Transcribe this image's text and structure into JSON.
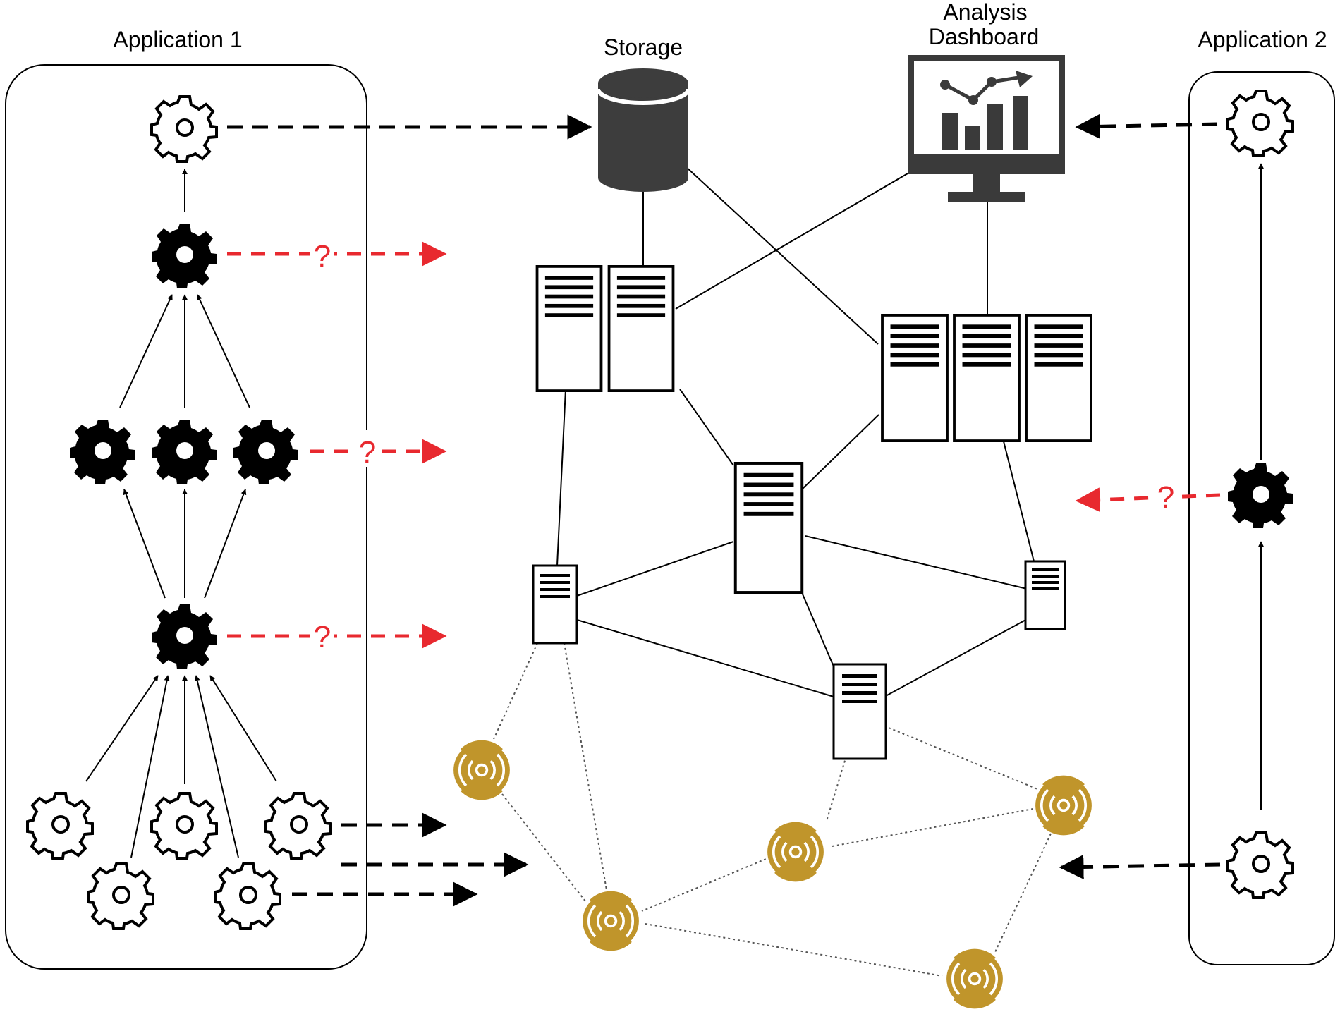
{
  "labels": {
    "app1": "Application 1",
    "app2": "Application 2",
    "storage": "Storage",
    "dashboard_line1": "Analysis",
    "dashboard_line2": "Dashboard",
    "question": "?"
  },
  "colors": {
    "line": "#000000",
    "red": "#e8292f",
    "sensor": "#c0952b",
    "storage": "#3d3d3d",
    "dashboard": "#3a3a3a"
  },
  "icons": {
    "gear_outline": "gear-outline-icon",
    "gear_solid": "gear-solid-icon",
    "database": "database-icon",
    "monitor_chart": "monitor-chart-icon",
    "server_rack": "server-rack-icon",
    "sensor": "wireless-sensor-icon"
  }
}
